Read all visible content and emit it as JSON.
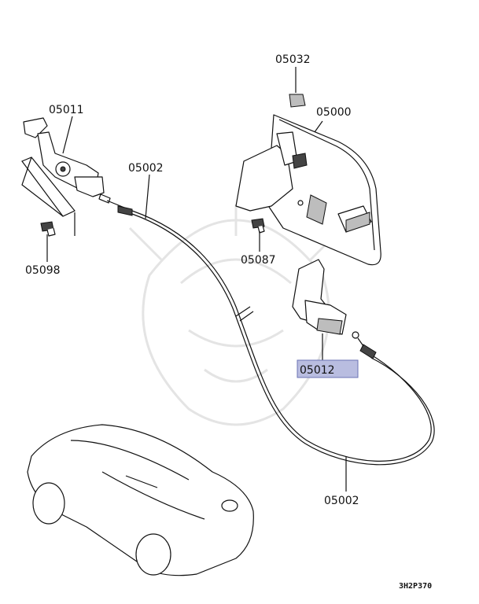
{
  "labels": {
    "p05032": "05032",
    "p05011": "05011",
    "p05000": "05000",
    "p05002_top": "05002",
    "p05087": "05087",
    "p05098": "05098",
    "p05012": "05012",
    "p05002_bottom": "05002"
  },
  "diagram_code": "3H2P370",
  "colors": {
    "highlight_fill": "#b9bde0",
    "highlight_stroke": "#6b73b5"
  }
}
